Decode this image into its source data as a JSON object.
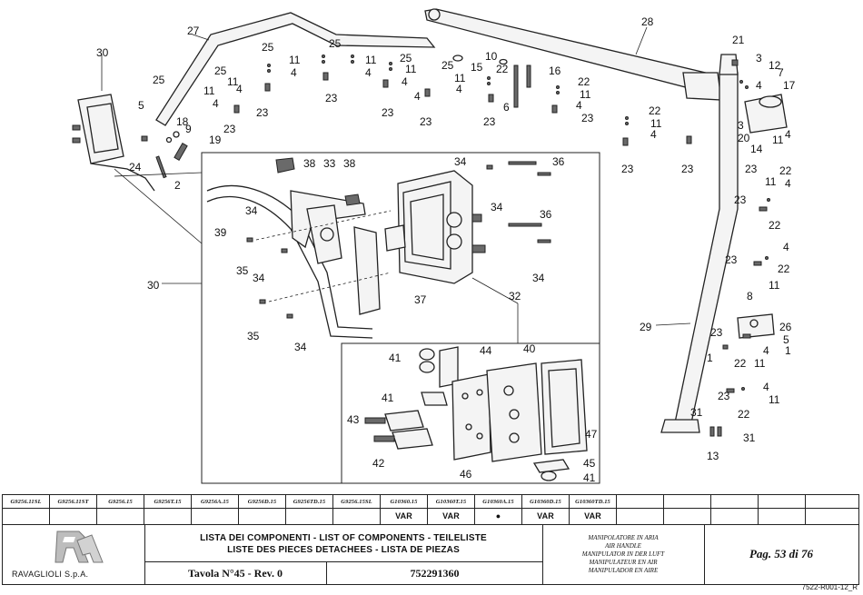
{
  "callouts": {
    "c1": "1",
    "c2": "2",
    "c3": "3",
    "c4": "4",
    "c5": "5",
    "c6": "6",
    "c7": "7",
    "c8": "8",
    "c9": "9",
    "c10": "10",
    "c11": "11",
    "c12": "12",
    "c13": "13",
    "c14": "14",
    "c15": "15",
    "c16": "16",
    "c17": "17",
    "c18": "18",
    "c19": "19",
    "c20": "20",
    "c21": "21",
    "c22": "22",
    "c23": "23",
    "c24": "24",
    "c25": "25",
    "c26": "26",
    "c27": "27",
    "c28": "28",
    "c29": "29",
    "c30": "30",
    "c31": "31",
    "c32": "32",
    "c33": "33",
    "c34": "34",
    "c35": "35",
    "c36": "36",
    "c37": "37",
    "c38": "38",
    "c39": "39",
    "c40": "40",
    "c41": "41",
    "c42": "42",
    "c43": "43",
    "c44": "44",
    "c45": "45",
    "c46": "46",
    "c47": "47"
  },
  "codes": [
    "G9256.11SL",
    "G9256.11ST",
    "G9256.15",
    "G9256T.15",
    "G9256A.15",
    "G9256D.15",
    "G9256TD.15",
    "G9256.15SL",
    "G10360.15",
    "G10360T.15",
    "G10360A.15",
    "G10360D.15",
    "G10360TD.15",
    "",
    "",
    "",
    "",
    ""
  ],
  "variants": [
    "",
    "",
    "",
    "",
    "",
    "",
    "",
    "",
    "VAR",
    "VAR",
    "●",
    "VAR",
    "VAR",
    "",
    "",
    "",
    "",
    ""
  ],
  "title_block": {
    "company": "RAVAGLIOLI S.p.A.",
    "lists_line1": "LISTA DEI COMPONENTI - LIST OF COMPONENTS - TEILELISTE",
    "lists_line2": "LISTE DES PIECES DETACHEES - LISTA DE PIEZAS",
    "tavola": "Tavola N°45 - Rev. 0",
    "drawing_number": "752291360",
    "desc": [
      "MANIPOLATORE IN ARIA",
      "AIR HANDLE",
      "MANIPULATOR IN DER LUFT",
      "MANIPULATEUR EN AIR",
      "MANIPULADOR EN AIRE"
    ],
    "page": "Pag. 53 di 76",
    "doc_ref": "7522-R001-12_R"
  }
}
